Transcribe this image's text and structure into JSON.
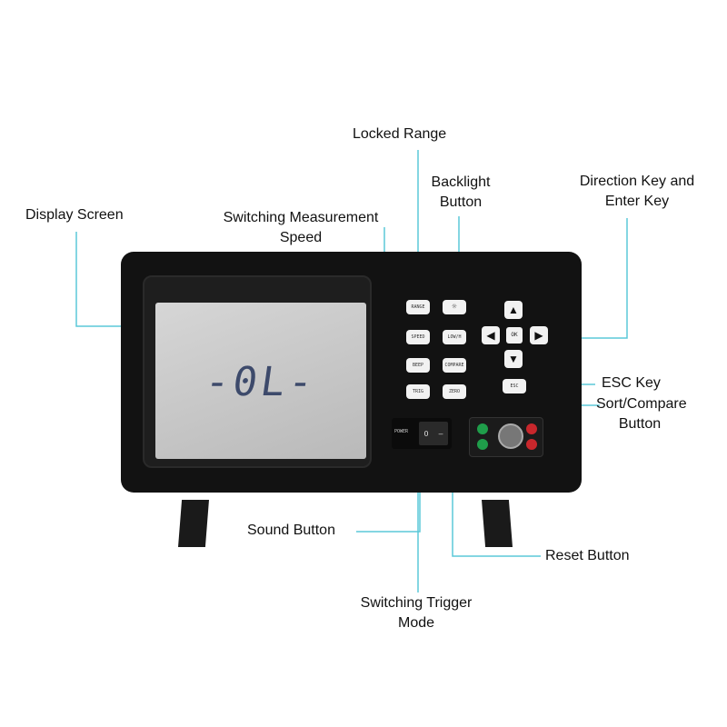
{
  "callouts": {
    "display_screen": "Display Screen",
    "locked_range": "Locked Range",
    "switching_speed_1": "Switching Measurement",
    "switching_speed_2": "Speed",
    "backlight_1": "Backlight",
    "backlight_2": "Button",
    "direction_1": "Direction Key and",
    "direction_2": "Enter Key",
    "esc_key": "ESC Key",
    "sort_compare_1": "Sort/Compare",
    "sort_compare_2": "Button",
    "sound_button": "Sound Button",
    "reset_button": "Reset Button",
    "trigger_1": "Switching Trigger",
    "trigger_2": "Mode"
  },
  "device": {
    "lcd_readout": "-0L-",
    "keys": {
      "range": "RANGE",
      "light": "☼",
      "speed": "SPEED",
      "lowmode": "LOW/H",
      "beep": "BEEP",
      "compare": "COMPARE",
      "trig": "TRIG",
      "zero": "ZERO",
      "ok": "OK",
      "esc": "ESC"
    },
    "power_label": "POWER",
    "rocker_off": "O",
    "rocker_on": "—"
  },
  "colors": {
    "leader_line": "#5bc8d8",
    "device_body": "#121212",
    "lcd": "#c8c8c8"
  }
}
